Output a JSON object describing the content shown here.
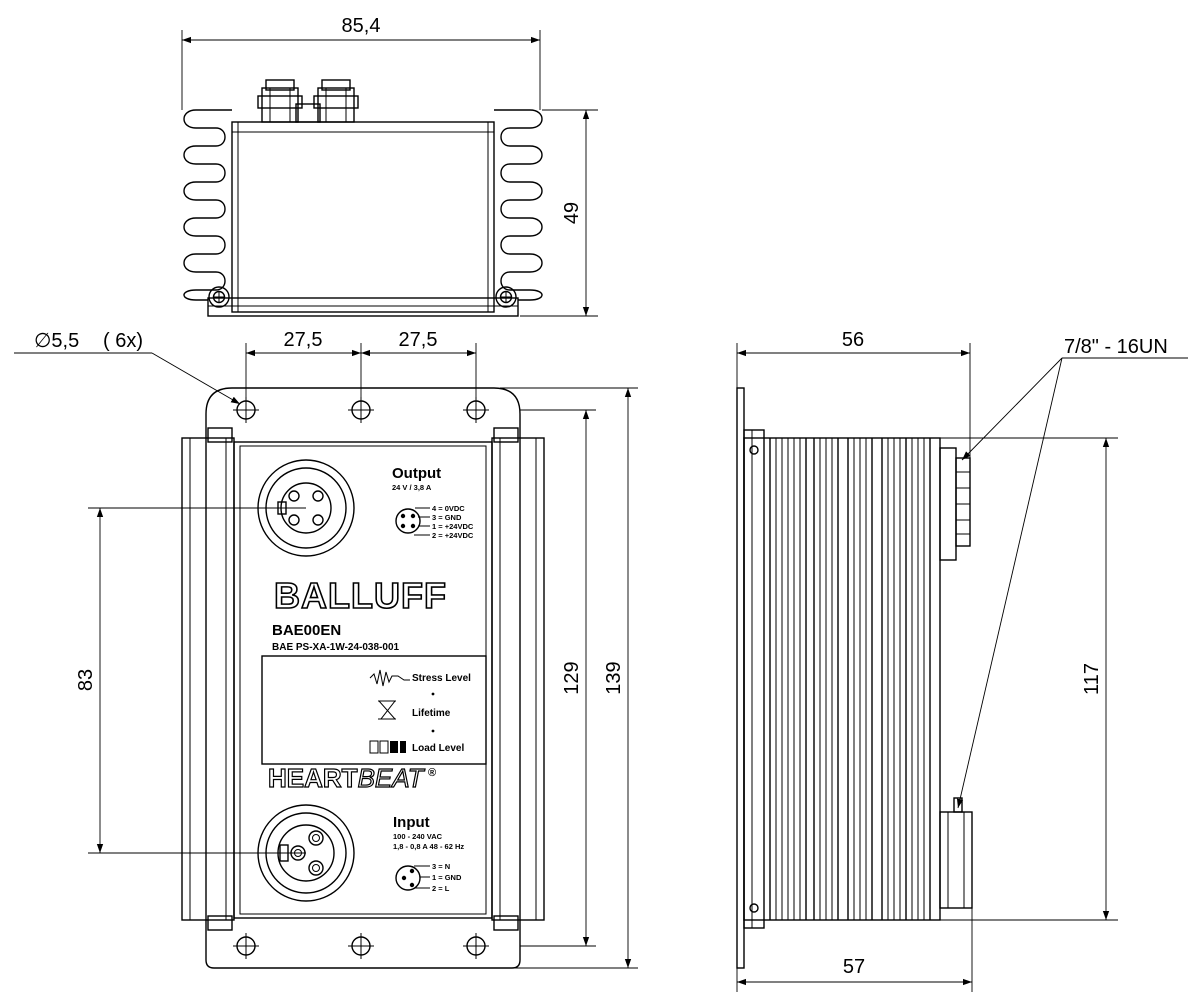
{
  "dimensions": {
    "top_width": "85,4",
    "top_height": "49",
    "hole_diameter": "∅5,5",
    "hole_count": "( 6x)",
    "hole_pitch_left": "27,5",
    "hole_pitch_right": "27,5",
    "connector_spacing": "83",
    "body_height": "129",
    "overall_height": "139",
    "side_depth_top": "56",
    "side_depth_bottom": "57",
    "side_height": "117",
    "thread_spec": "7/8\" - 16UN"
  },
  "label": {
    "output_title": "Output",
    "output_rating": "24 V / 3,8 A",
    "output_pins": [
      "4 = 0VDC",
      "3 = GND",
      "1 = +24VDC",
      "2 = +24VDC"
    ],
    "brand": "BALLUFF",
    "model_code": "BAE00EN",
    "model_name": "BAE PS-XA-1W-24-038-001",
    "stress": "Stress Level",
    "lifetime": "Lifetime",
    "load": "Load Level",
    "heartbeat_a": "HEART",
    "heartbeat_b": "BEAT",
    "heartbeat_reg": "®",
    "input_title": "Input",
    "input_voltage": "100 - 240 VAC",
    "input_current": "1,8 - 0,8 A   48 - 62 Hz",
    "input_pins": [
      "3 = N",
      "1 = GND",
      "2 = L"
    ]
  }
}
